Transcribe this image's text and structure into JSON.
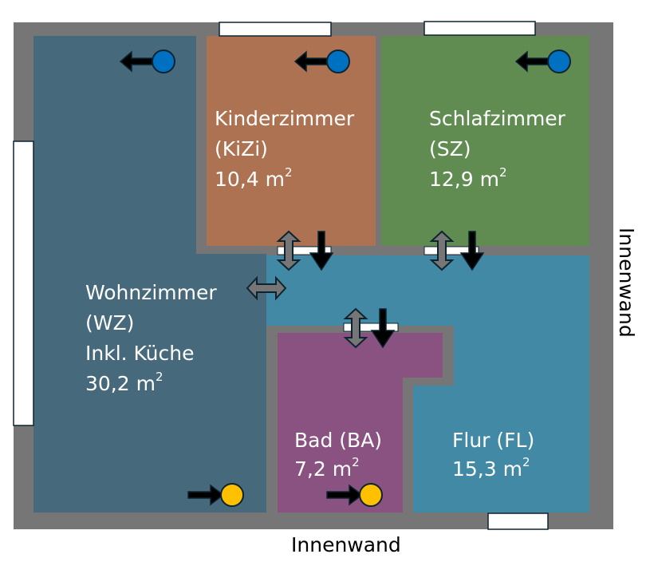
{
  "colors": {
    "wall": "#767676",
    "wohnzimmer": "#46697b",
    "kinderzimmer": "#ad7251",
    "schlafzimmer": "#608c52",
    "flur": "#4289a5",
    "bad": "#8a5280",
    "window": "#ffffff",
    "outline": "#0d2430",
    "supply_dot": "#0070c0",
    "exhaust_dot": "#ffc000",
    "arrow": "#000000",
    "overflow_arrow": "#767676"
  },
  "rooms": {
    "wohnzimmer": {
      "name": "Wohnzimmer",
      "abbr": "(WZ)",
      "extra": "Inkl. Küche",
      "area": "30,2 m",
      "unit_sup": "2"
    },
    "kinderzimmer": {
      "name": "Kinderzimmer",
      "abbr": "(KiZi)",
      "area": "10,4 m",
      "unit_sup": "2"
    },
    "schlafzimmer": {
      "name": "Schlafzimmer",
      "abbr": "(SZ)",
      "area": "12,9 m",
      "unit_sup": "2"
    },
    "bad": {
      "name": "Bad (BA)",
      "area": "7,2 m",
      "unit_sup": "2"
    },
    "flur": {
      "name": "Flur (FL)",
      "area": "15,3 m",
      "unit_sup": "2"
    }
  },
  "wall_labels": {
    "right": "Innenwand",
    "bottom": "Innenwand"
  },
  "icons": {
    "supply": "supply-air-inlet-icon",
    "exhaust": "exhaust-air-outlet-icon",
    "overflow_vertical": "double-arrow-vertical-icon",
    "overflow_horizontal": "double-arrow-horizontal-icon",
    "flow_down": "arrow-down-icon"
  }
}
